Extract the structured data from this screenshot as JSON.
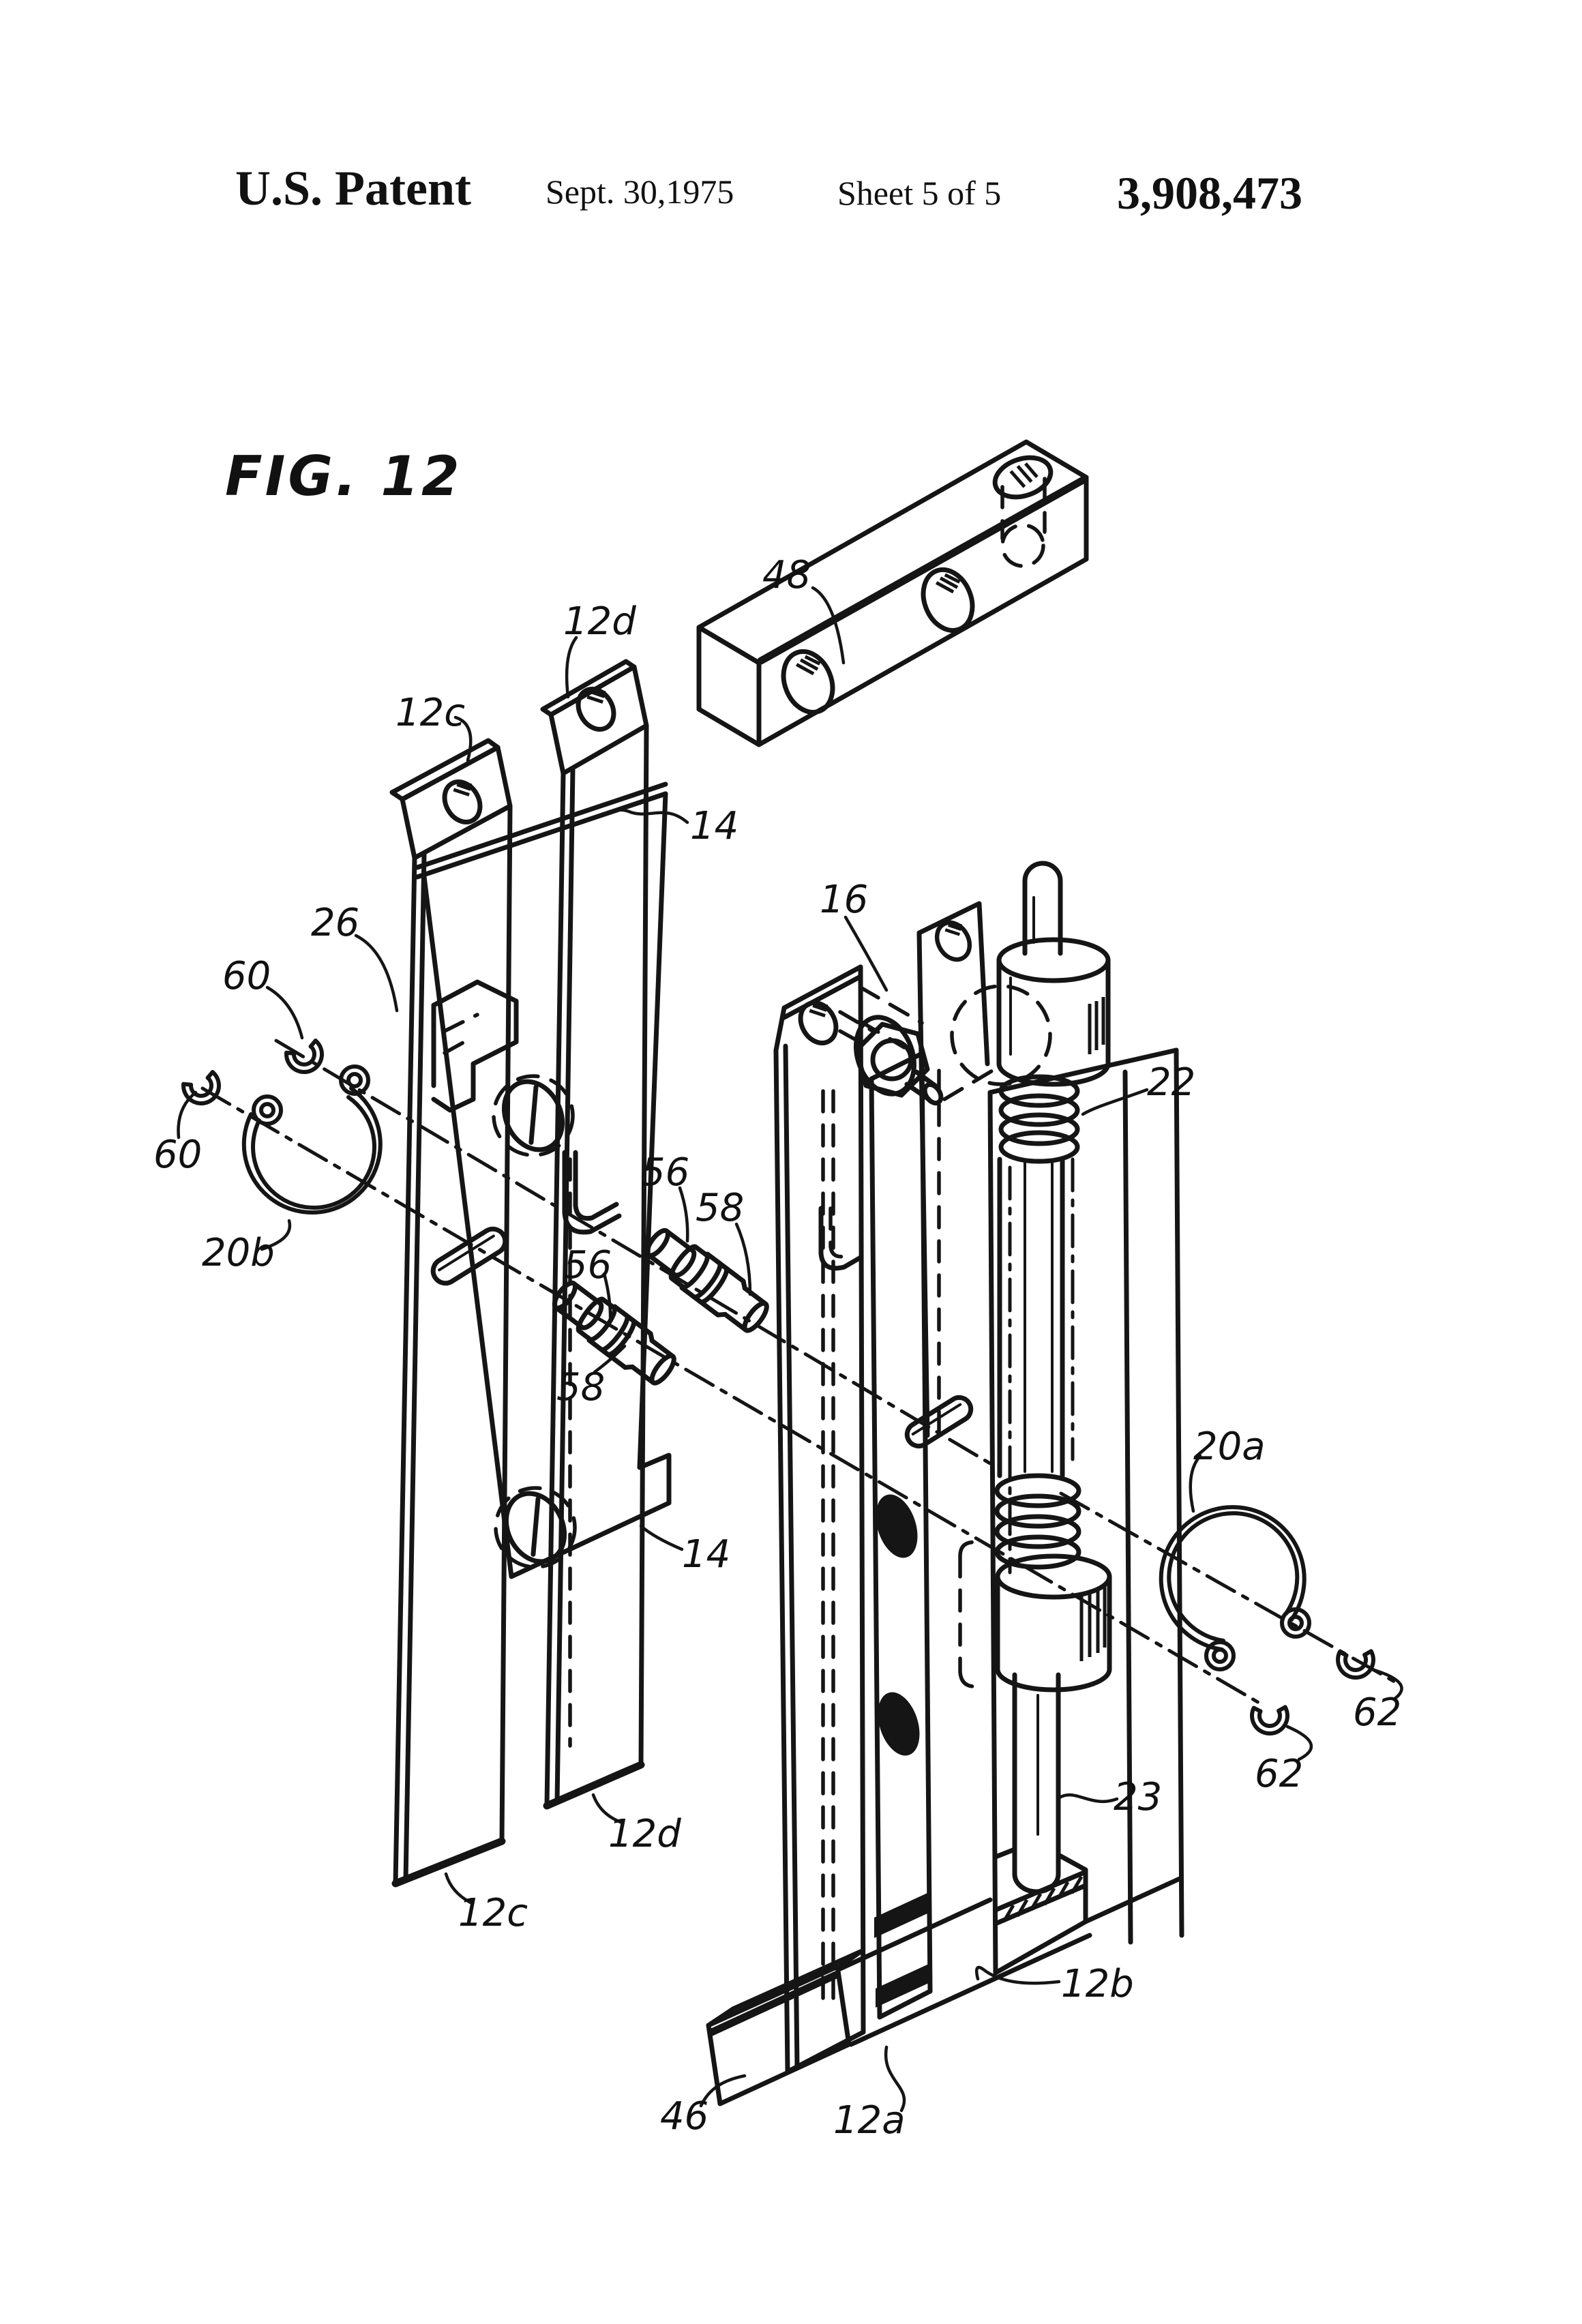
{
  "page": {
    "background": "#ffffff",
    "ink_color": "#151515"
  },
  "header": {
    "title": "U.S. Patent",
    "date": "Sept. 30,1975",
    "sheet": "Sheet 5 of 5",
    "patent_number": "3,908,473"
  },
  "figure": {
    "label": "FIG. 12"
  },
  "drawing": {
    "type": "exploded isometric patent drawing",
    "labels": [
      {
        "part": "bar-48",
        "text": "48"
      },
      {
        "part": "plate-12d-top",
        "text": "12d"
      },
      {
        "part": "plate-12c-top",
        "text": "12c"
      },
      {
        "part": "plate-14-top",
        "text": "14"
      },
      {
        "part": "strip-16",
        "text": "16"
      },
      {
        "part": "bracket-26",
        "text": "26"
      },
      {
        "part": "clip-60-upper",
        "text": "60"
      },
      {
        "part": "spring-22",
        "text": "22"
      },
      {
        "part": "clip-60-lower",
        "text": "60"
      },
      {
        "part": "ring-20b",
        "text": "20b"
      },
      {
        "part": "pin-56-upper",
        "text": "56"
      },
      {
        "part": "sleeve-58-upper",
        "text": "58"
      },
      {
        "part": "pin-56-lower",
        "text": "56"
      },
      {
        "part": "sleeve-58-lower",
        "text": "58"
      },
      {
        "part": "ring-20a",
        "text": "20a"
      },
      {
        "part": "clip-62-right",
        "text": "62"
      },
      {
        "part": "clip-62-lower",
        "text": "62"
      },
      {
        "part": "rod-23",
        "text": "23"
      },
      {
        "part": "plate-14-bottom",
        "text": "14"
      },
      {
        "part": "plate-12d-bottom",
        "text": "12d"
      },
      {
        "part": "plate-12c-bottom",
        "text": "12c"
      },
      {
        "part": "plate-12b",
        "text": "12b"
      },
      {
        "part": "foot-46",
        "text": "46"
      },
      {
        "part": "plate-12a",
        "text": "12a"
      }
    ]
  }
}
